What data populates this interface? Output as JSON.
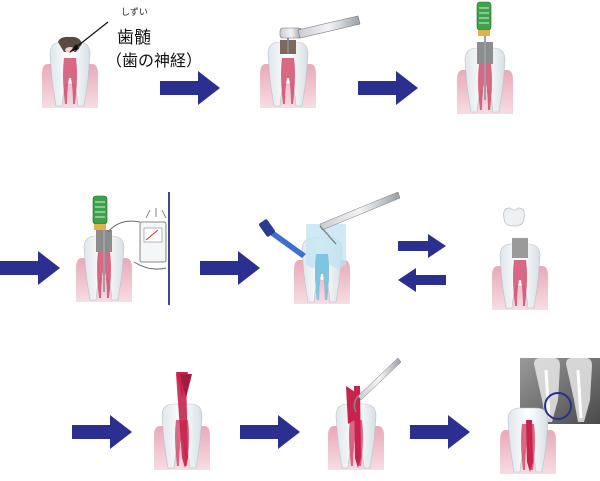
{
  "label": {
    "ruby": "しずい",
    "term": "歯髄",
    "note": "（歯の神経）"
  },
  "steps": [
    {
      "name": "step-1-decayed-tooth"
    },
    {
      "name": "step-2-drilling"
    },
    {
      "name": "step-3-file"
    },
    {
      "name": "step-4-length-measurement"
    },
    {
      "name": "step-5-irrigation"
    },
    {
      "name": "step-6-crown-prep"
    },
    {
      "name": "step-7-filling"
    },
    {
      "name": "step-8-condensing"
    },
    {
      "name": "step-9-xray-check"
    }
  ],
  "colors": {
    "arrow": "#2b2f8f",
    "gum": "#e8b5c0",
    "tooth": "#f2f4f5",
    "pulp": "#c8224d",
    "cavity": "#555555",
    "file_handle": "#3da34a"
  }
}
